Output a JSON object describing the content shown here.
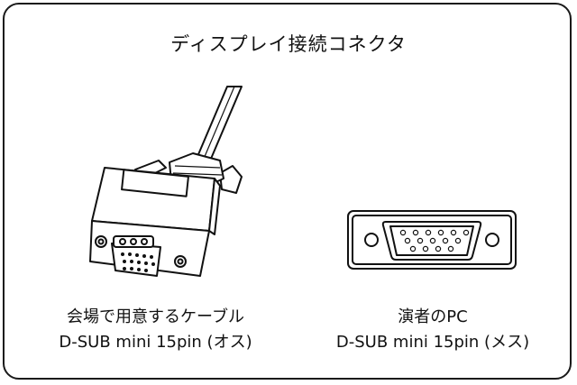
{
  "title": "ディスプレイ接続コネクタ",
  "left": {
    "label": "会場で用意するケーブル",
    "spec": "D-SUB mini 15pin (オス)"
  },
  "right": {
    "label": "演者のPC",
    "spec": "D-SUB mini 15pin (メス)"
  }
}
